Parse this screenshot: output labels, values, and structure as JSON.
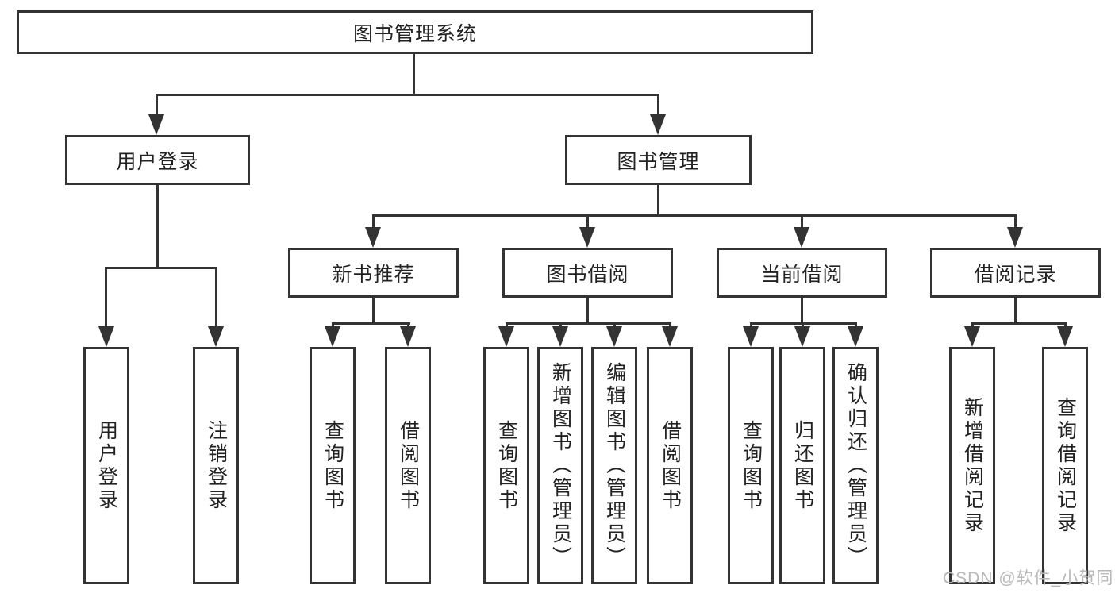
{
  "tree": {
    "label": "图书管理系统",
    "children": [
      {
        "label": "用户登录",
        "children": [
          {
            "label": "用户登录"
          },
          {
            "label": "注销登录"
          }
        ]
      },
      {
        "label": "图书管理",
        "children": [
          {
            "label": "新书推荐",
            "children": [
              {
                "label": "查询图书"
              },
              {
                "label": "借阅图书"
              }
            ]
          },
          {
            "label": "图书借阅",
            "children": [
              {
                "label": "查询图书"
              },
              {
                "label": "新增图书（管理员）"
              },
              {
                "label": "编辑图书（管理员）"
              },
              {
                "label": "借阅图书"
              }
            ]
          },
          {
            "label": "当前借阅",
            "children": [
              {
                "label": "查询图书"
              },
              {
                "label": "归还图书"
              },
              {
                "label": "确认归还（管理员）"
              }
            ]
          },
          {
            "label": "借阅记录",
            "children": [
              {
                "label": "新增借阅记录"
              },
              {
                "label": "查询借阅记录"
              }
            ]
          }
        ]
      }
    ]
  },
  "watermark": {
    "text": "CSDN @软件_小贺同学"
  },
  "colors": {
    "line": "#333333",
    "text": "#222222",
    "watermark": "#b8b8b8",
    "background": "#ffffff"
  }
}
